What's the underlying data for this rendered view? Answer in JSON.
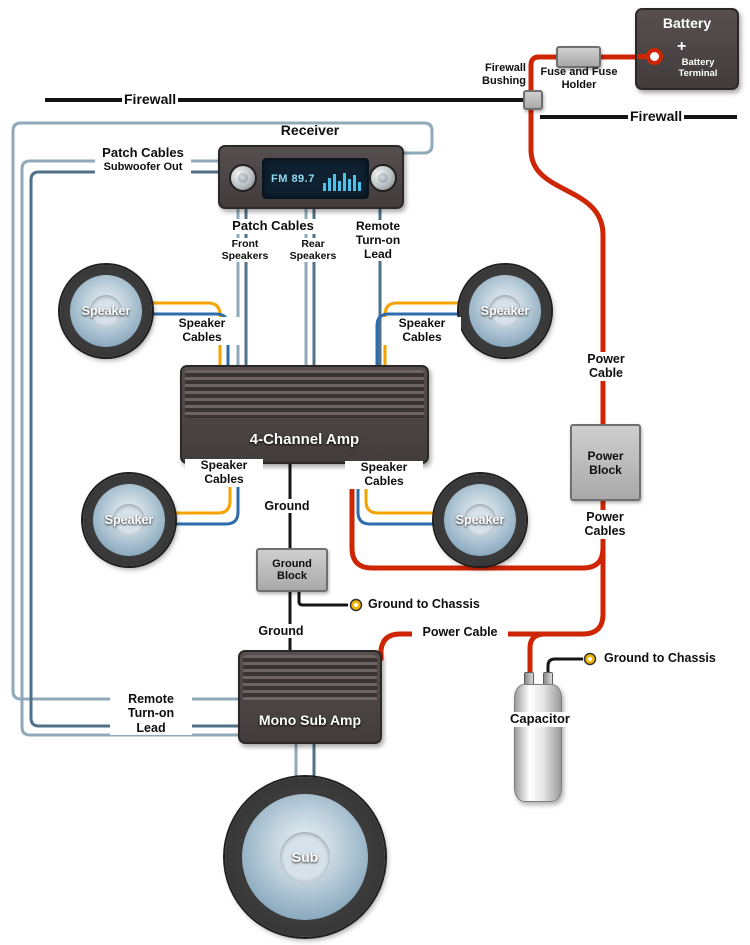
{
  "battery": {
    "label": "Battery",
    "terminal_label": "Battery Terminal",
    "plus": "+"
  },
  "fuse": {
    "label": "Fuse and Fuse Holder"
  },
  "firewall": {
    "left": "Firewall",
    "right": "Firewall",
    "bushing": "Firewall Bushing"
  },
  "receiver": {
    "label": "Receiver",
    "display": "FM 89.7"
  },
  "patch_sub": {
    "title": "Patch Cables",
    "subtitle": "Subwoofer Out"
  },
  "patch_main": {
    "title": "Patch Cables",
    "front": "Front Speakers",
    "rear": "Rear Speakers"
  },
  "remote_top": "Remote Turn-on Lead",
  "remote_bottom": "Remote Turn-on Lead",
  "speakers": {
    "front_left": "Speaker",
    "front_right": "Speaker",
    "rear_left": "Speaker",
    "rear_right": "Speaker",
    "sub": "Sub"
  },
  "speaker_cables": {
    "front_left": "Speaker Cables",
    "front_right": "Speaker Cables",
    "rear_left": "Speaker Cables",
    "rear_right": "Speaker Cables"
  },
  "amps": {
    "four_channel": "4-Channel Amp",
    "mono": "Mono Sub Amp"
  },
  "ground": {
    "top": "Ground",
    "bottom": "Ground",
    "block": "Ground Block",
    "chassis_mid": "Ground to Chassis",
    "chassis_right": "Ground to Chassis"
  },
  "power": {
    "cable_right": "Power Cable",
    "block": "Power Block",
    "cables": "Power Cables",
    "cable_mid": "Power Cable"
  },
  "capacitor": {
    "label": "Capacitor"
  },
  "colors": {
    "wire_red": "#ce2504",
    "wire_orange": "#f4a300",
    "wire_blue": "#2d6cab",
    "wire_steel": "#8fa9ba",
    "wire_steel_dark": "#4f7288",
    "wire_black": "#141414",
    "terminal_yellow": "#f2b705"
  }
}
